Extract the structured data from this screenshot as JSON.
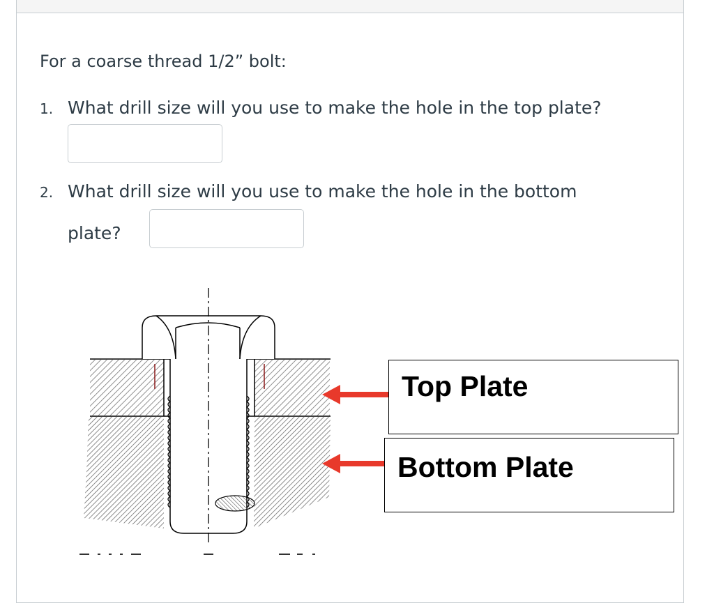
{
  "question": {
    "intro": "For a coarse thread 1/2” bolt:",
    "items": [
      {
        "number": "1.",
        "text": "What drill size will you use to make the hole in the top plate?",
        "answer": ""
      },
      {
        "number": "2.",
        "text": "What drill size will you use to make the hole in the bottom",
        "text_continued": "plate?",
        "answer": ""
      }
    ]
  },
  "figure": {
    "labels": {
      "top": "Top Plate",
      "bottom": "Bottom Plate"
    },
    "colors": {
      "arrow": "#e8392b",
      "ink": "#000000",
      "hatch": "#777777",
      "pilot_marks": "#8b1a1a"
    }
  }
}
